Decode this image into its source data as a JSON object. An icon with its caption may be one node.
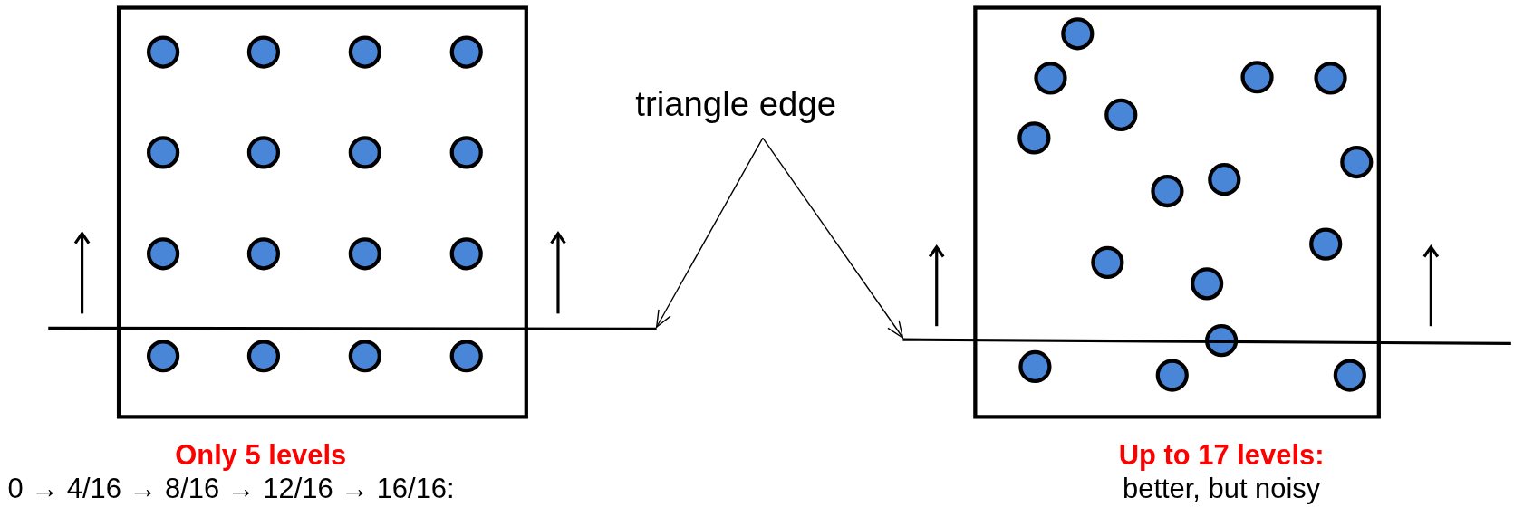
{
  "diagram": {
    "nodes": [
      {
        "text": [
          "triangle edge"
        ]
      },
      {
        "text": [],
        "shape": "line"
      },
      {
        "text": [],
        "shape": "line"
      }
    ],
    "edges": [
      {
        "from": 0,
        "to": 1,
        "arrow": "to"
      },
      {
        "from": 0,
        "to": 2,
        "arrow": "to"
      }
    ],
    "labels": [
      "Only 5 levels",
      "0 → 4/16 → 8/16 → 12/16 → 16/16:",
      "Up to 17 levels:",
      "better, but noisy"
    ]
  }
}
